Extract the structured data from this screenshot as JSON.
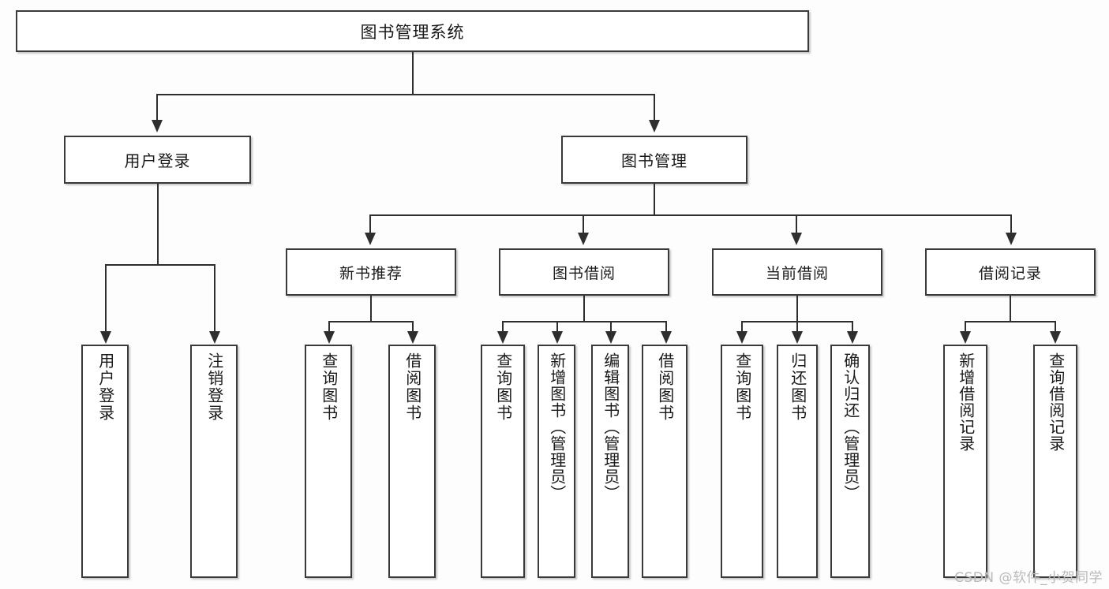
{
  "diagram": {
    "type": "tree",
    "title": "图书管理系统",
    "root": {
      "label": "图书管理系统"
    },
    "level2": [
      {
        "label": "用户登录"
      },
      {
        "label": "图书管理"
      }
    ],
    "level3": [
      {
        "label": "新书推荐"
      },
      {
        "label": "图书借阅"
      },
      {
        "label": "当前借阅"
      },
      {
        "label": "借阅记录"
      }
    ],
    "leaves": {
      "user_login": [
        {
          "label": "用户登录"
        },
        {
          "label": "注销登录"
        }
      ],
      "new_book_recommend": [
        {
          "label": "查询图书"
        },
        {
          "label": "借阅图书"
        }
      ],
      "book_borrow": [
        {
          "label": "查询图书"
        },
        {
          "label": "新增图书（管理员）"
        },
        {
          "label": "编辑图书（管理员）"
        },
        {
          "label": "借阅图书"
        }
      ],
      "current_borrow": [
        {
          "label": "查询图书"
        },
        {
          "label": "归还图书"
        },
        {
          "label": "确认归还（管理员）"
        }
      ],
      "borrow_record": [
        {
          "label": "新增借阅记录"
        },
        {
          "label": "查询借阅记录"
        }
      ]
    }
  },
  "watermark": {
    "text": "CSDN @软件_小贺同学"
  },
  "colors": {
    "border": "#3a3a3a",
    "line": "#2e2e2e",
    "background": "#fdfdfd",
    "text": "#1a1a1a",
    "watermark": "#b9b9b9"
  }
}
